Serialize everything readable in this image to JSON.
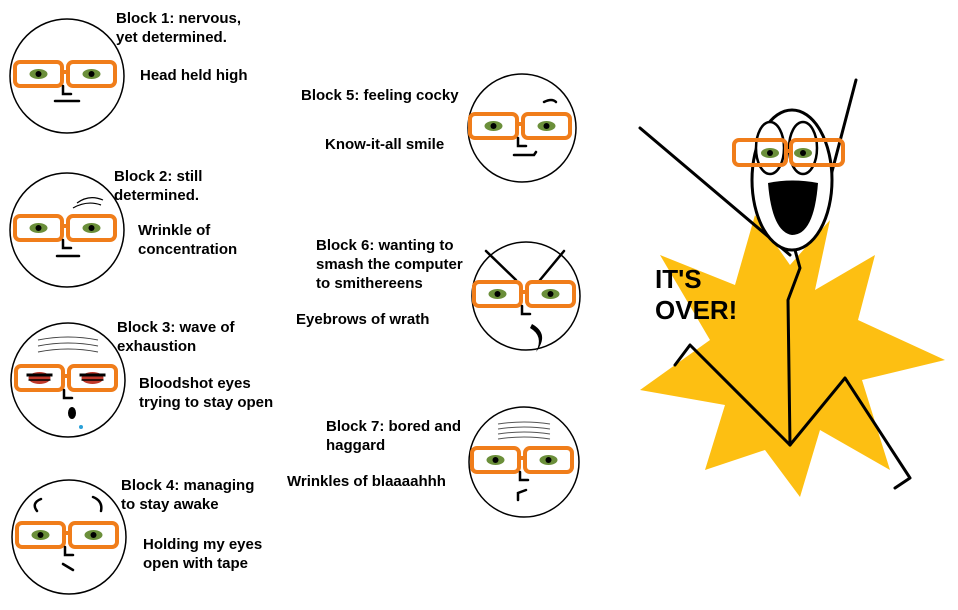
{
  "blocks": [
    {
      "title": "Block 1: nervous,\nyet determined.",
      "note": "Head held high"
    },
    {
      "title": "Block 2: still\ndetermined.",
      "note": "Wrinkle of\nconcentration"
    },
    {
      "title": "Block 3: wave of\nexhaustion",
      "note": "Bloodshot eyes\ntrying to stay open"
    },
    {
      "title": "Block 4: managing\nto stay awake",
      "note": "Holding my eyes\nopen with tape"
    },
    {
      "title": "Block 5: feeling cocky",
      "note": "Know-it-all smile"
    },
    {
      "title": "Block 6: wanting to\nsmash the computer\nto smithereens",
      "note": "Eyebrows of wrath"
    },
    {
      "title": "Block 7: bored and\nhaggard",
      "note": "Wrinkles of blaaaahhh"
    }
  ],
  "finale": {
    "text": "IT'S\nOVER!"
  },
  "colors": {
    "glasses": "#f07d1a",
    "iris": "#6b8f3a",
    "burst": "#fdbf12",
    "tear": "#2aa0d8",
    "blood": "#c0392b"
  }
}
